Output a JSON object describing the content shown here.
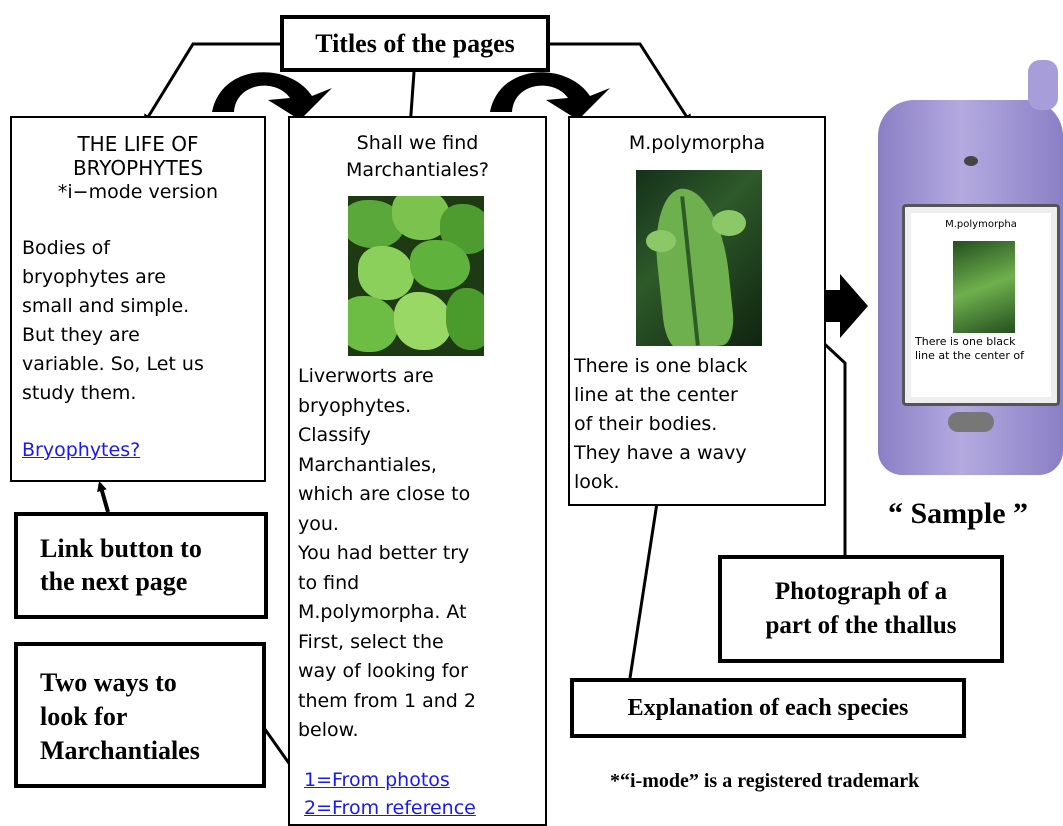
{
  "callouts": {
    "titles": "Titles of the pages",
    "link_button_line1": "Link button to",
    "link_button_line2": "the next page",
    "two_ways_line1": "Two ways to",
    "two_ways_line2": "look for",
    "two_ways_line3": "Marchantiales",
    "photo_line1": "Photograph of a",
    "photo_line2": "part of the thallus",
    "explanation": "Explanation of each species"
  },
  "page1": {
    "title_line1": "THE LIFE OF",
    "title_line2": "BRYOPHYTES",
    "subtitle": "*i−mode version",
    "body": [
      "Bodies of",
      "bryophytes are",
      "small and simple.",
      "But they are",
      "variable. So, Let us",
      "study them."
    ],
    "link": "Bryophytes?"
  },
  "page2": {
    "title_line1": "Shall we find",
    "title_line2": "Marchantiales?",
    "body": [
      "Liverworts are",
      "bryophytes.",
      "Classify",
      "Marchantiales,",
      "which are close to",
      "you.",
      "You had better try",
      "to find",
      "M.polymorpha. At",
      "First, select the",
      "way of looking for",
      "them from 1 and 2",
      "below."
    ],
    "link1": "1=From photos",
    "link2": "2=From reference"
  },
  "page3": {
    "title": "M.polymorpha",
    "body": [
      "There is one black",
      "line at the center",
      "of their bodies.",
      "They have a wavy",
      "look."
    ]
  },
  "phone": {
    "screen_title": "M.polymorpha",
    "screen_text_line1": "There is one black",
    "screen_text_line2": "line at the center of",
    "caption": "“ Sample ”"
  },
  "footnote": "*“i-mode” is a registered trademark",
  "colors": {
    "link": "#1a1aee",
    "phone_body": "#9a8fd0",
    "leaf_green": "#3f8f2a"
  }
}
